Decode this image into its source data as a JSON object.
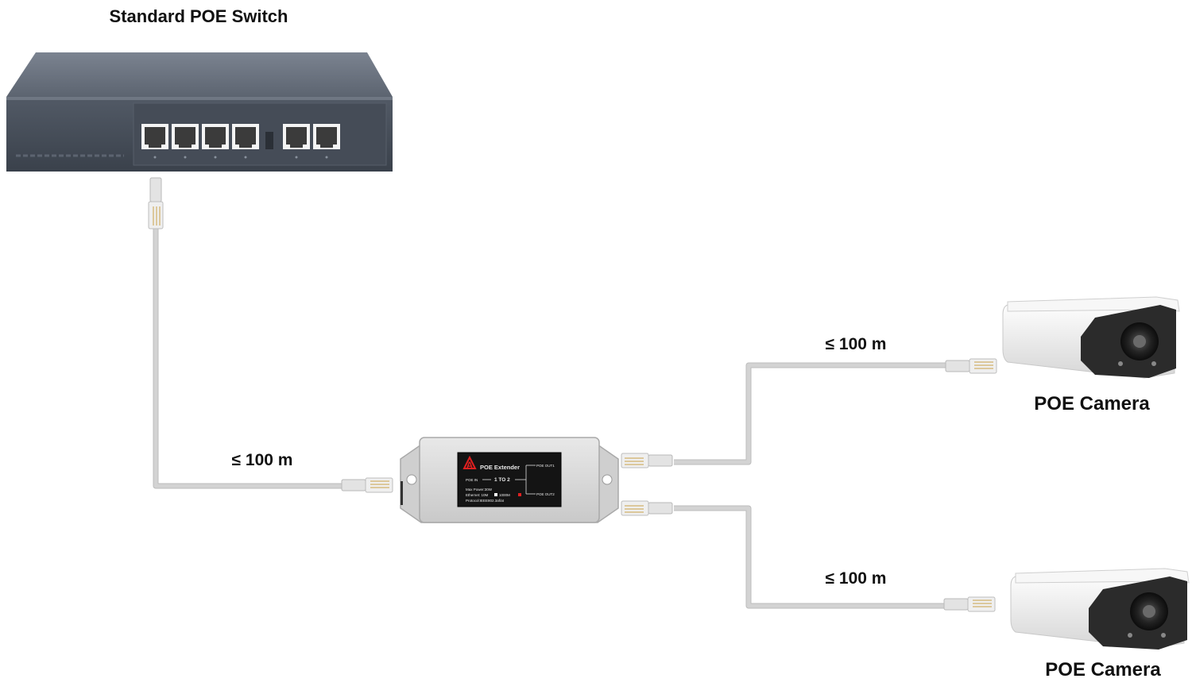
{
  "switch": {
    "title": "Standard POE Switch"
  },
  "cable_labels": {
    "input_length": "≤ 100 m",
    "out1_length": "≤ 100 m",
    "out2_length": "≤ 100 m"
  },
  "extender": {
    "brand_mark": "A",
    "title": "POE Extender",
    "poe_in": "POE IN",
    "ratio": "1 TO 2",
    "max_power": "Max Power:30W",
    "ethernet": "Ethernet: 10M",
    "ethernet_speed": "1000M",
    "protocol": "Protocol:IEEE802.3af/at",
    "out1": "POE OUT1",
    "out2": "POE OUT2"
  },
  "cameras": {
    "camera1_label": "POE Camera",
    "camera2_label": "POE Camera"
  },
  "colors": {
    "cable": "#d3d3d3",
    "switch_body": "#4a525d",
    "extender_body": "#dcdcdc",
    "extender_panel": "#141414",
    "brand_red": "#e02020",
    "camera_body": "#f2f2f2",
    "camera_front": "#2b2b2b"
  }
}
